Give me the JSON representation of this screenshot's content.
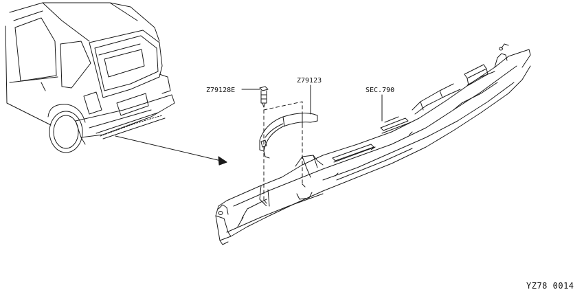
{
  "labels": {
    "fastener": "Z79128E",
    "finisher": "Z79123",
    "section_ref": "SEC.790"
  },
  "diagram_code": "YZ78 0014",
  "colors": {
    "line": "#1a1a1a",
    "background": "#ffffff"
  }
}
